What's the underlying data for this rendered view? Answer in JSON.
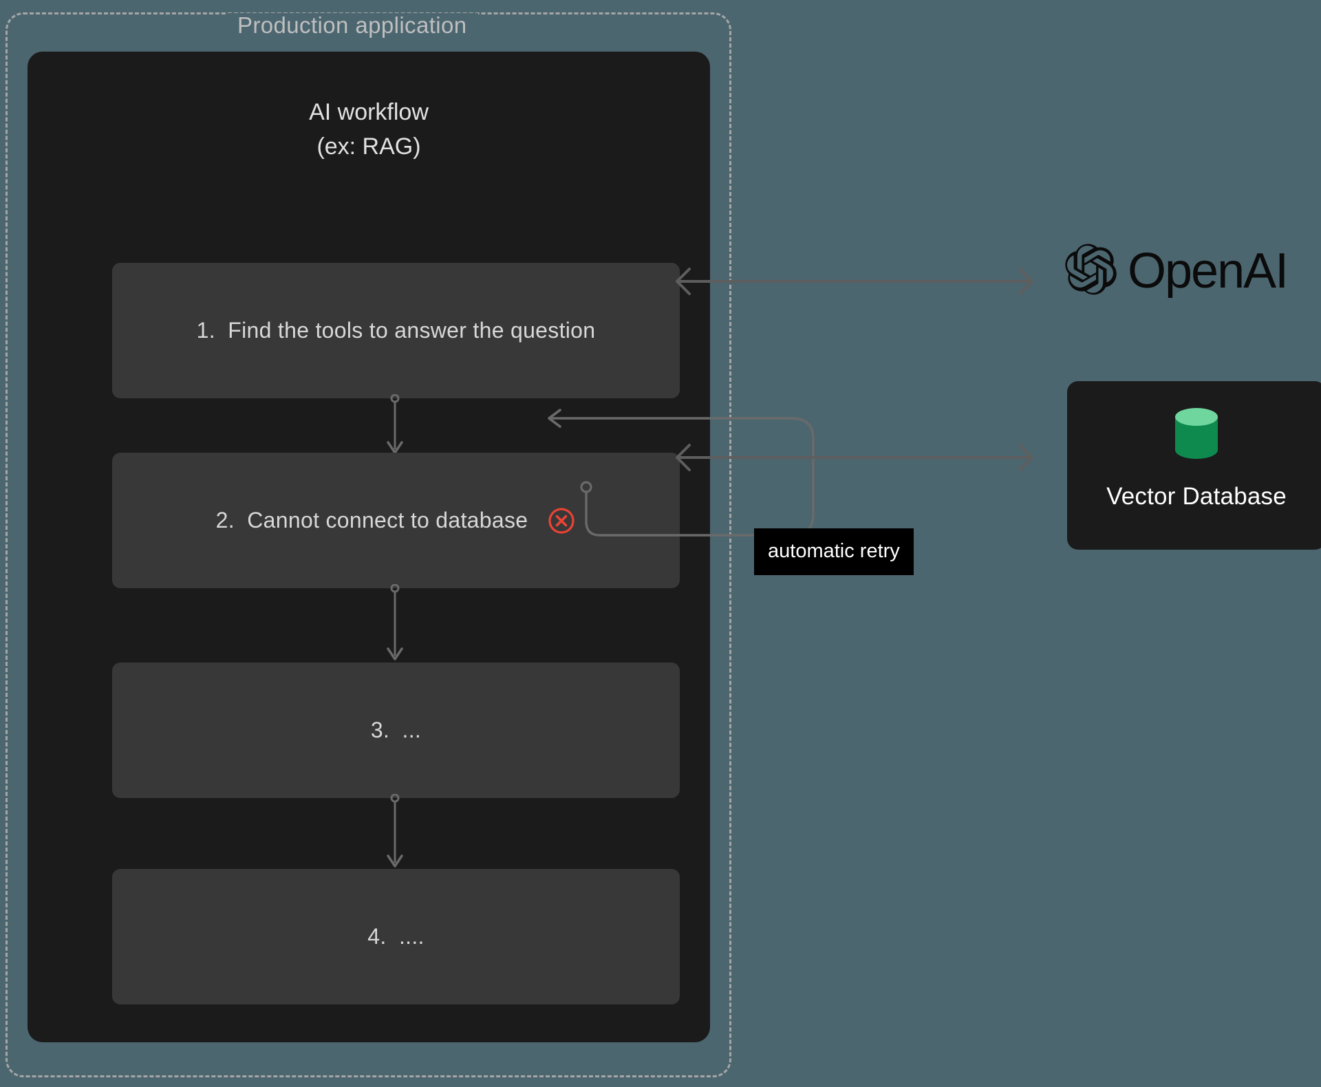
{
  "canvas": {
    "background_color": "#4c6670"
  },
  "container": {
    "label": "Production application",
    "border_color": "#a6a6a6",
    "border_style": "dashed"
  },
  "workflow": {
    "title": "AI workflow\n(ex: RAG)",
    "panel_color": "#1b1b1b",
    "steps": [
      {
        "id": "step-1",
        "label": "1.  Find the tools to answer the question",
        "has_error": false
      },
      {
        "id": "step-2",
        "label": "2.  Cannot connect to database",
        "has_error": true,
        "error_color": "#ea4335"
      },
      {
        "id": "step-3",
        "label": "3.  ...",
        "has_error": false
      },
      {
        "id": "step-4",
        "label": "4.  ....",
        "has_error": false
      }
    ],
    "step_box_color": "#383838"
  },
  "retry": {
    "label": "automatic retry",
    "label_background": "#000000",
    "label_color": "#ffffff",
    "connector_color": "#606060"
  },
  "connectors": {
    "color": "#6a6a6a",
    "arrow_openai": "bidirectional",
    "arrow_vectordb": "bidirectional"
  },
  "services": {
    "openai": {
      "name": "OpenAI",
      "mark": "openai-blossom-icon",
      "color": "#0b0b0b"
    },
    "vector_database": {
      "name": "Vector Database",
      "icon": "database-cylinder-icon",
      "card_color": "#1b1b1b",
      "icon_body_color": "#0f8a4f",
      "icon_top_color": "#6fd79e"
    }
  }
}
